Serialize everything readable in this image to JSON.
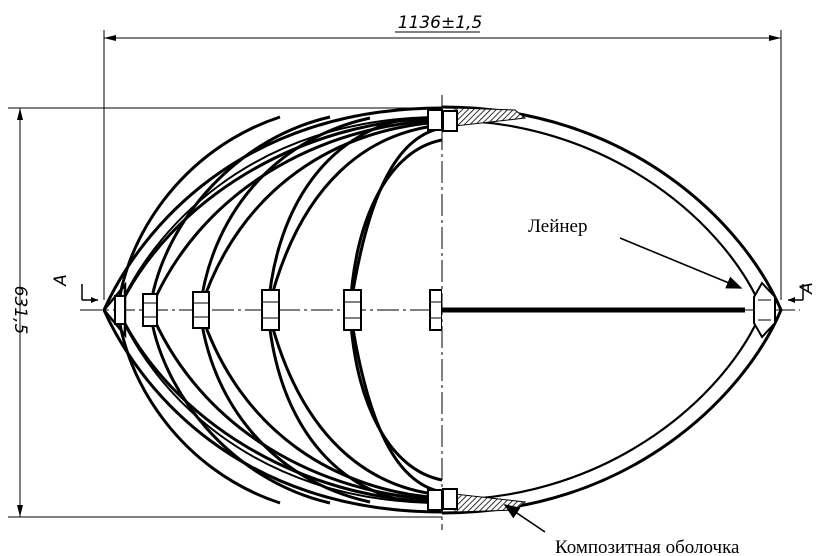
{
  "dimensions": {
    "overall_length": "1136±1,5",
    "overall_height": "631,5"
  },
  "section_marks": {
    "left": "A",
    "right": "A"
  },
  "callouts": {
    "liner": "Лейнер",
    "composite_shell": "Композитная оболочка"
  }
}
